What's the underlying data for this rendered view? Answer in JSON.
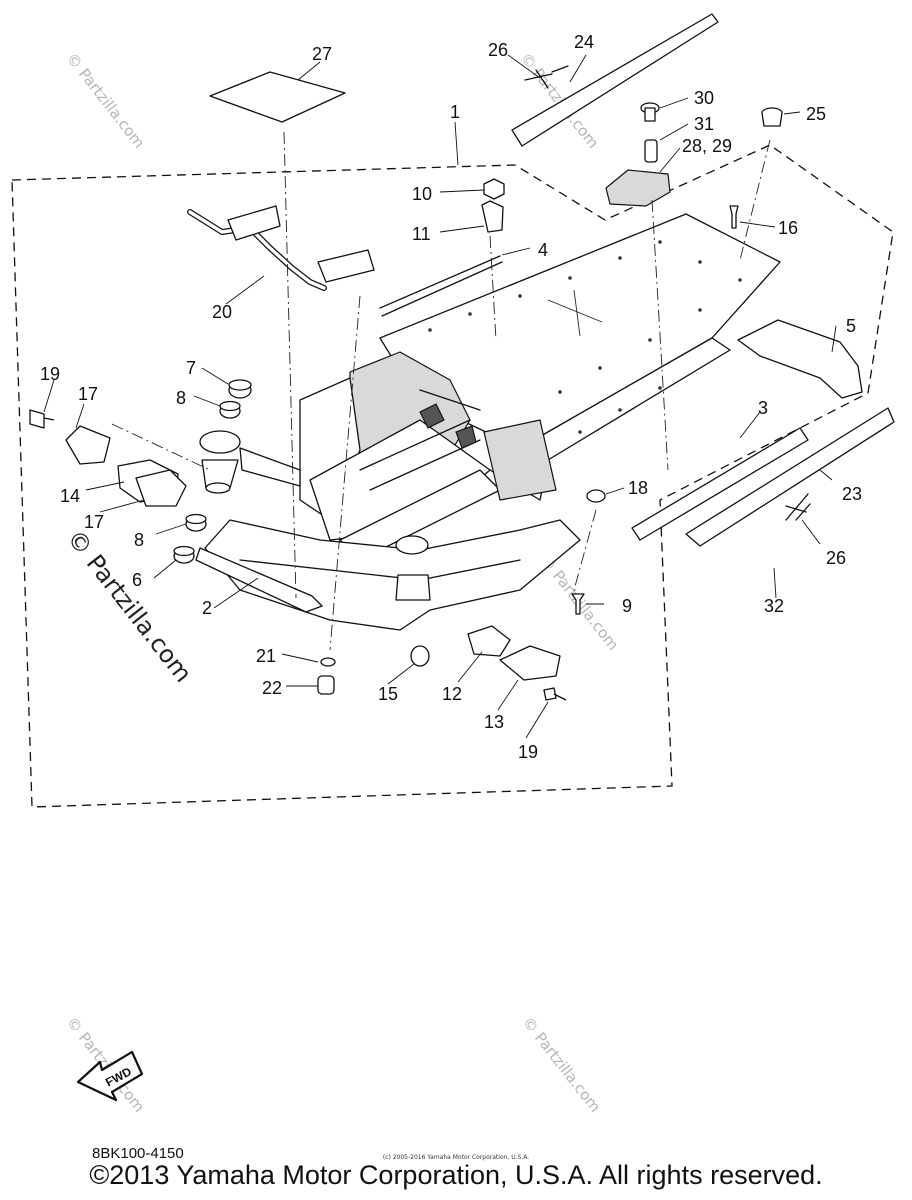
{
  "diagram": {
    "callouts": [
      "1",
      "2",
      "3",
      "4",
      "5",
      "6",
      "7",
      "8",
      "8",
      "9",
      "10",
      "11",
      "12",
      "13",
      "14",
      "15",
      "16",
      "17",
      "17",
      "18",
      "19",
      "19",
      "20",
      "21",
      "22",
      "23",
      "24",
      "25",
      "26",
      "26",
      "27",
      "28, 29",
      "30",
      "31",
      "32"
    ],
    "fwd_label": "FWD",
    "drawing_code": "8BK100-4150",
    "small_copyright": "(c) 2005-2016 Yamaha Motor Corporation, U.S.A.",
    "copyright": "©2013 Yamaha Motor Corporation, U.S.A. All rights reserved.",
    "watermark": "© Partzilla.com"
  }
}
